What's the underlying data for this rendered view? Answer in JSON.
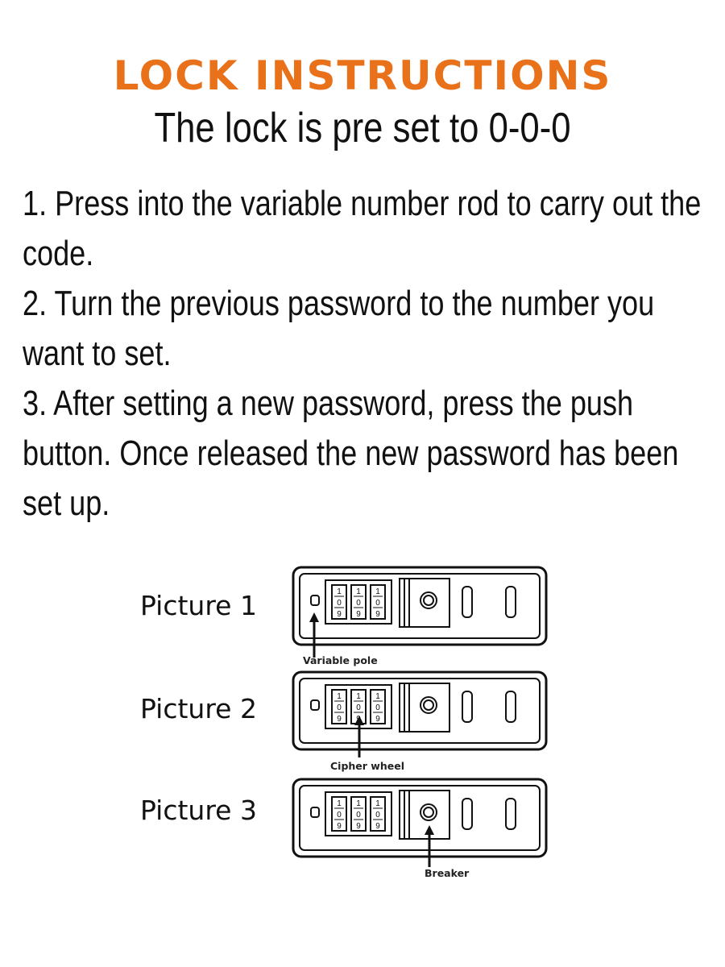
{
  "title": "LOCK INSTRUCTIONS",
  "subtitle": "The lock is pre set to 0-0-0",
  "steps": [
    "1. Press into the variable number rod to carry out the code.",
    "2. Turn the previous password to the number you want to set.",
    "3. After setting a new password, press the push button. Once released the new password has been set up."
  ],
  "pictures": [
    {
      "label": "Picture 1",
      "caption": "Variable pole"
    },
    {
      "label": "Picture 2",
      "caption": "Cipher wheel"
    },
    {
      "label": "Picture 3",
      "caption": "Breaker"
    }
  ],
  "wheel_digits": [
    "1",
    "0",
    "9"
  ],
  "colors": {
    "title": "#e8711a",
    "text": "#111111"
  }
}
